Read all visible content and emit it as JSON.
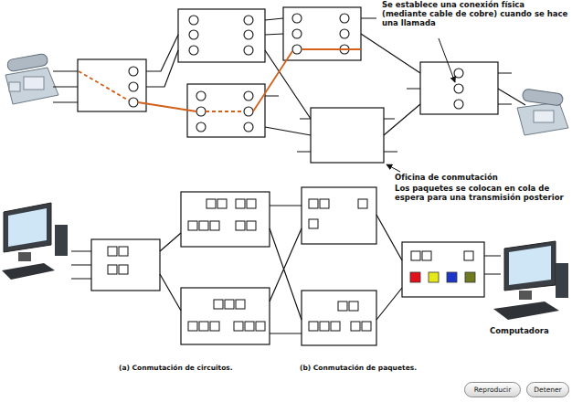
{
  "diagram": {
    "nodes": [
      {
        "text": [
          "Reproducir"
        ]
      },
      {
        "text": [
          "Detener"
        ]
      }
    ],
    "labels": [
      "Se establece una conexión física (mediante cable de cobre) cuando se hace una llamada",
      "Oficina de conmutación",
      "Los paquetes se colocan en cola de espera para una transmisión posterior",
      "Computadora",
      "(a) Conmutación de circuitos.",
      "(b) Conmutación de paquetes."
    ]
  }
}
